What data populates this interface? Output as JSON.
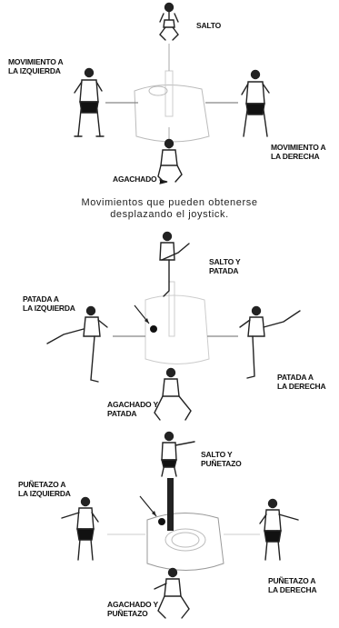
{
  "panel1": {
    "labels": {
      "up": "SALTO",
      "left": [
        "MOVIMIENTO A",
        "LA IZQUIERDA"
      ],
      "right": [
        "MOVIMIENTO A",
        "LA DERECHA"
      ],
      "down": "AGACHADO"
    }
  },
  "caption": [
    "Movimientos que pueden obtenerse",
    "desplazando el joystick."
  ],
  "panel2": {
    "labels": {
      "up": [
        "SALTO Y",
        "PATADA"
      ],
      "left": [
        "PATADA A",
        "LA IZQUIERDA"
      ],
      "right": [
        "PATADA A",
        "LA DERECHA"
      ],
      "down": [
        "AGACHADO Y",
        "PATADA"
      ]
    }
  },
  "panel3": {
    "labels": {
      "up": [
        "SALTO Y",
        "PUÑETAZO"
      ],
      "left": [
        "PUÑETAZO A",
        "LA IZQUIERDA"
      ],
      "right": [
        "PUÑETAZO A",
        "LA DERECHA"
      ],
      "down": [
        "AGACHADO Y",
        "PUÑETAZO"
      ]
    }
  }
}
